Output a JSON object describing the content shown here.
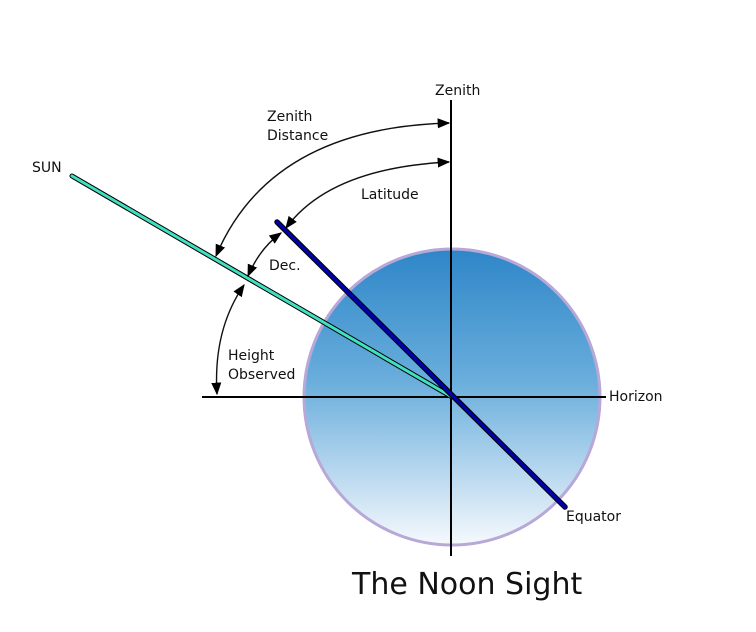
{
  "diagram": {
    "title": "The Noon Sight",
    "labels": {
      "zenith": "Zenith",
      "zenith_distance": "Zenith\nDistance",
      "latitude": "Latitude",
      "sun": "SUN",
      "dec": "Dec.",
      "height_observed": "Height\nObserved",
      "horizon": "Horizon",
      "equator": "Equator"
    },
    "colors": {
      "sun_line": "#40e0c0",
      "equator_line": "#0000a8",
      "globe_top": "#2e86c8",
      "globe_bottom": "#f4f8fc",
      "globe_rim": "#b8a8d8",
      "axes": "#000000"
    }
  }
}
